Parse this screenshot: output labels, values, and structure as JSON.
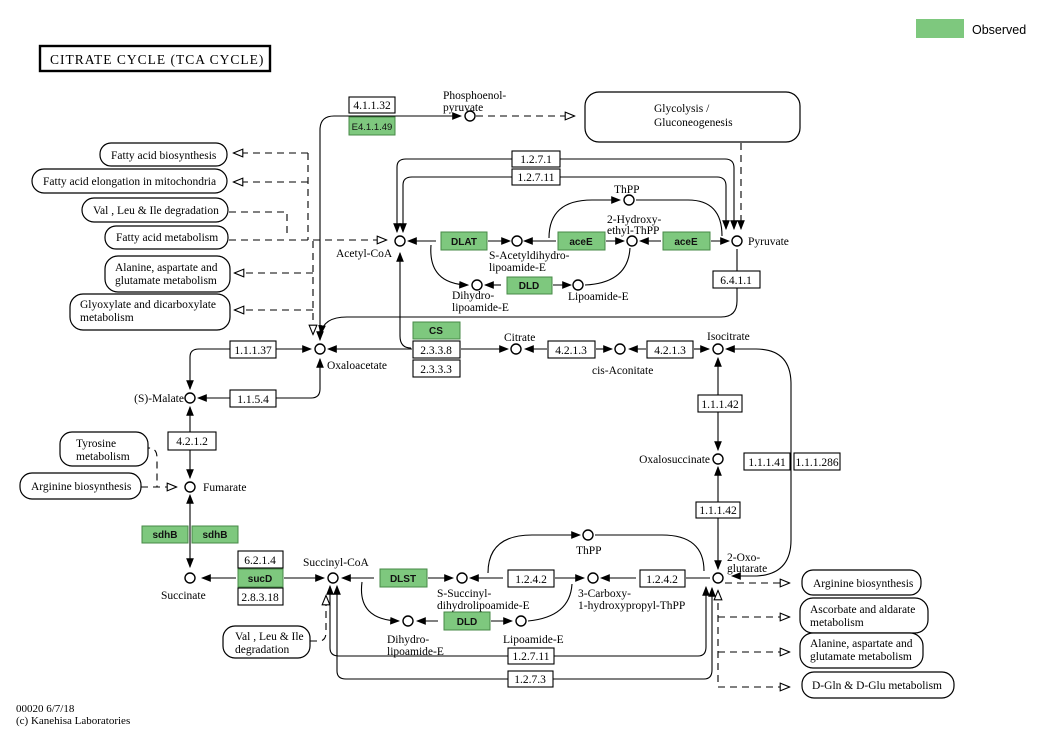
{
  "title": "CITRATE CYCLE (TCA CYCLE)",
  "legend": {
    "label": "Observed",
    "observed_color": "#7EC87E"
  },
  "footer": {
    "map_id": "00020 6/7/18",
    "copyright": "(c) Kanehisa Laboratories"
  },
  "enzymes": {
    "ec41132": "4.1.1.32",
    "e41149": "E4.1.1.49",
    "ec1271_top": "1.2.7.1",
    "ec12711_top": "1.2.7.11",
    "dlat": "DLAT",
    "acee1": "aceE",
    "acee2": "aceE",
    "dld_top": "DLD",
    "ec6411": "6.4.1.1",
    "cs": "CS",
    "ec2338": "2.3.3.8",
    "ec2333": "2.3.3.3",
    "ec4213a": "4.2.1.3",
    "ec4213b": "4.2.1.3",
    "ec11137": "1.1.1.37",
    "ec1154": "1.1.5.4",
    "ec4212": "4.2.1.2",
    "ec11142_top": "1.1.1.42",
    "ec11141": "1.1.1.41",
    "ec111286": "1.1.1.286",
    "ec11142_bottom": "1.1.1.42",
    "sdhb1": "sdhB",
    "sdhb2": "sdhB",
    "ec6214": "6.2.1.4",
    "sucd": "sucD",
    "ec28318": "2.8.3.18",
    "dlst": "DLST",
    "ec1242a": "1.2.4.2",
    "ec1242b": "1.2.4.2",
    "dld_bottom": "DLD",
    "ec12711_bottom": "1.2.7.11",
    "ec1273": "1.2.7.3"
  },
  "compounds": {
    "pep_l1": "Phosphoenol-",
    "pep_l2": "pyruvate",
    "pyruvate": "Pyruvate",
    "acetyl_coa": "Acetyl-CoA",
    "thpp_top": "ThPP",
    "hydroxyethyl_l1": "2-Hydroxy-",
    "hydroxyethyl_l2": "ethyl-ThPP",
    "s_acetyl_l1": "S-Acetyldihydro-",
    "s_acetyl_l2": "lipoamide-E",
    "dihydro_top_l1": "Dihydro-",
    "dihydro_top_l2": "lipoamide-E",
    "lipoamide_top": "Lipoamide-E",
    "oxaloacetate": "Oxaloacetate",
    "citrate": "Citrate",
    "cis_aconitate": "cis-Aconitate",
    "isocitrate": "Isocitrate",
    "oxalosuccinate": "Oxalosuccinate",
    "oxoglutarate_l1": "2-Oxo-",
    "oxoglutarate_l2": "glutarate",
    "malate": "(S)-Malate",
    "fumarate": "Fumarate",
    "succinate": "Succinate",
    "succinyl_coa": "Succinyl-CoA",
    "thpp_bottom": "ThPP",
    "carboxy_l1": "3-Carboxy-",
    "carboxy_l2": "1-hydroxypropyl-ThPP",
    "s_succinyl_l1": "S-Succinyl-",
    "s_succinyl_l2": "dihydrolipoamide-E",
    "dihydro_bot_l1": "Dihydro-",
    "dihydro_bot_l2": "lipoamide-E",
    "lipoamide_bottom": "Lipoamide-E"
  },
  "pathways": {
    "glycolysis_l1": "Glycolysis /",
    "glycolysis_l2": "Gluconeogenesis",
    "fatty_biosynthesis": "Fatty acid biosynthesis",
    "fatty_elongation": "Fatty acid elongation in mitochondria",
    "val_leu_top": "Val , Leu & Ile degradation",
    "fatty_metabolism": "Fatty acid metabolism",
    "ala_asp_left_l1": "Alanine, aspartate and",
    "ala_asp_left_l2": "glutamate metabolism",
    "glyoxylate_l1": "Glyoxylate and dicarboxylate",
    "glyoxylate_l2": "metabolism",
    "tyrosine_l1": "Tyrosine",
    "tyrosine_l2": "metabolism",
    "arginine_left": "Arginine biosynthesis",
    "val_leu_bottom_l1": "Val , Leu & Ile",
    "val_leu_bottom_l2": "degradation",
    "arginine_right": "Arginine biosynthesis",
    "ascorbate_l1": "Ascorbate and aldarate",
    "ascorbate_l2": "metabolism",
    "ala_asp_right_l1": "Alanine, aspartate and",
    "ala_asp_right_l2": "glutamate metabolism",
    "dgln": "D-Gln & D-Glu metabolism"
  }
}
